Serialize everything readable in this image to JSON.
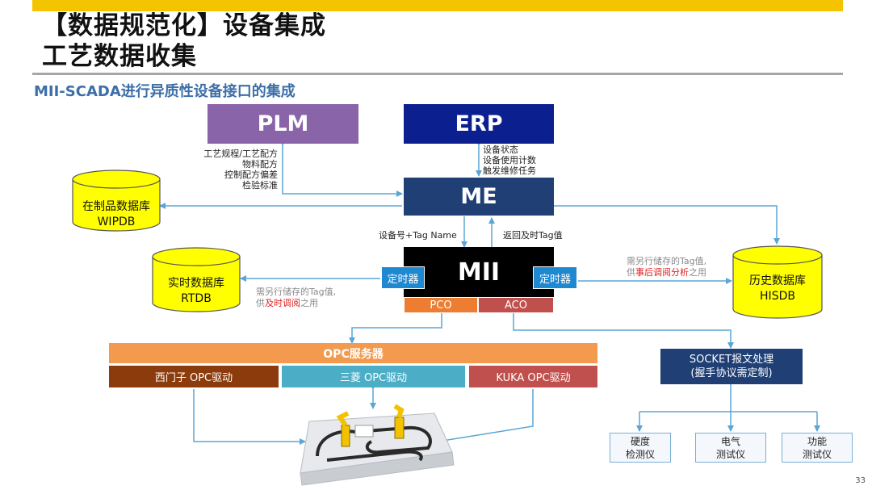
{
  "header": {
    "title_line1": "【数据规范化】设备集成",
    "title_line2": "工艺数据收集",
    "subtitle": "MII-SCADA进行异质性设备接口的集成"
  },
  "nodes": {
    "plm": "PLM",
    "erp": "ERP",
    "me": "ME",
    "mii": "MII",
    "pco": "PCO",
    "aco": "ACO",
    "timer_left": "定时器",
    "timer_right": "定时器",
    "opc_server": "OPC服务器",
    "opc_siemens": "西门子 OPC驱动",
    "opc_mitsubishi": "三菱 OPC驱动",
    "opc_kuka": "KUKA OPC驱动",
    "socket_line1": "SOCKET报文处理",
    "socket_line2": "(握手协议需定制)",
    "device1_line1": "硬度",
    "device1_line2": "检测仪",
    "device2_line1": "电气",
    "device2_line2": "测试仪",
    "device3_line1": "功能",
    "device3_line2": "测试仪"
  },
  "databases": {
    "wip_line1": "在制品数据库",
    "wip_line2": "WIPDB",
    "rt_line1": "实时数据库",
    "rt_line2": "RTDB",
    "his_line1": "历史数据库",
    "his_line2": "HISDB"
  },
  "labels": {
    "plm_flow": [
      "工艺规程/工艺配方",
      "物料配方",
      "控制配方偏差",
      "检验标准"
    ],
    "erp_flow": [
      "设备状态",
      "设备使用计数",
      "触发维修任务"
    ],
    "me_to_mii": "设备号+Tag Name",
    "mii_to_me": "返回及时Tag值",
    "rt_note_line1": "需另行储存的Tag值,",
    "rt_note_prefix": "供",
    "rt_note_red": "及时调阅",
    "rt_note_suffix": "之用",
    "his_note_line1": "需另行储存的Tag值,",
    "his_note_prefix": "供",
    "his_note_red": "事后调阅分析",
    "his_note_suffix": "之用"
  },
  "footer": {
    "page_number": "33"
  },
  "colors": {
    "accent_bar": "#f5c400",
    "plm": "#8a64a8",
    "erp": "#0b1f8f",
    "me": "#1f3f75",
    "mii": "#000000",
    "pco": "#ed7d31",
    "aco": "#c0504d",
    "opc_server": "#f39a4f",
    "siemens": "#8b3b0c",
    "mitsubishi": "#4badc6",
    "kuka": "#c0504d",
    "socket": "#1f3f75",
    "database": "#ffff00",
    "arrow": "#5aa6d6"
  }
}
